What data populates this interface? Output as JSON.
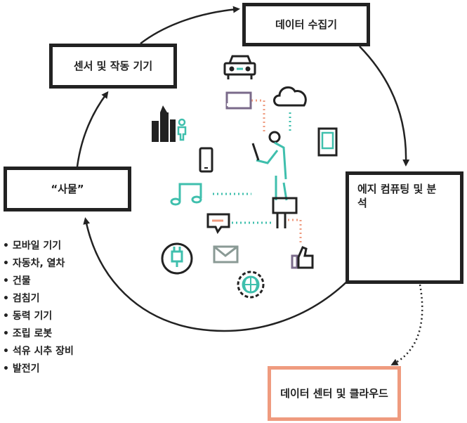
{
  "boxes": {
    "collector": "데이터 수집기",
    "sensor": "센서 및 작동 기기",
    "things": "“사물”",
    "edge": "에지 컴퓨팅 및 분석",
    "cloud": "데이터 센터 및 클라우드"
  },
  "things_list": [
    "모바일 기기",
    "자동차, 열차",
    "건물",
    "검침기",
    "동력 기기",
    "조립 로봇",
    "석유 시추 장비",
    "발전기"
  ],
  "icons": [
    "car-icon",
    "tablet-landscape-icon",
    "cloud-icon",
    "building-person-icon",
    "tablet-icon",
    "phone-icon",
    "person-laptop-icon",
    "music-icon",
    "chat-icon",
    "mail-icon",
    "plug-icon",
    "globe-gear-icon",
    "thumbs-up-icon"
  ],
  "colors": {
    "dark": "#222222",
    "teal": "#3fbfad",
    "orange": "#ef9b7f",
    "purple": "#7a6a8a",
    "gray": "#8a9a95"
  }
}
